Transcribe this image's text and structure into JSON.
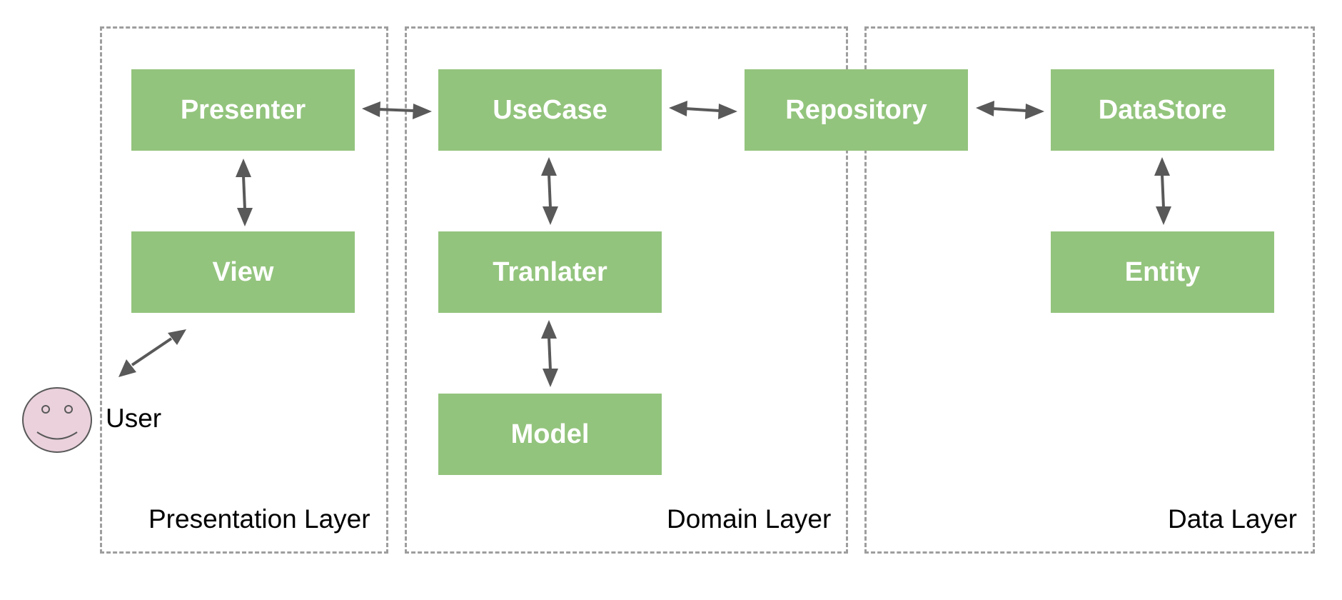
{
  "layers": {
    "presentation": {
      "label": "Presentation Layer"
    },
    "domain": {
      "label": "Domain Layer"
    },
    "data": {
      "label": "Data Layer"
    }
  },
  "components": {
    "presenter": "Presenter",
    "view": "View",
    "usecase": "UseCase",
    "translater": "Tranlater",
    "model": "Model",
    "repository": "Repository",
    "datastore": "DataStore",
    "entity": "Entity"
  },
  "user": {
    "label": "User"
  },
  "colors": {
    "box_fill": "#93c47d",
    "box_text": "#ffffff",
    "dashed_border": "#9e9e9e",
    "arrow": "#595959",
    "user_face": "#ead1dc"
  }
}
